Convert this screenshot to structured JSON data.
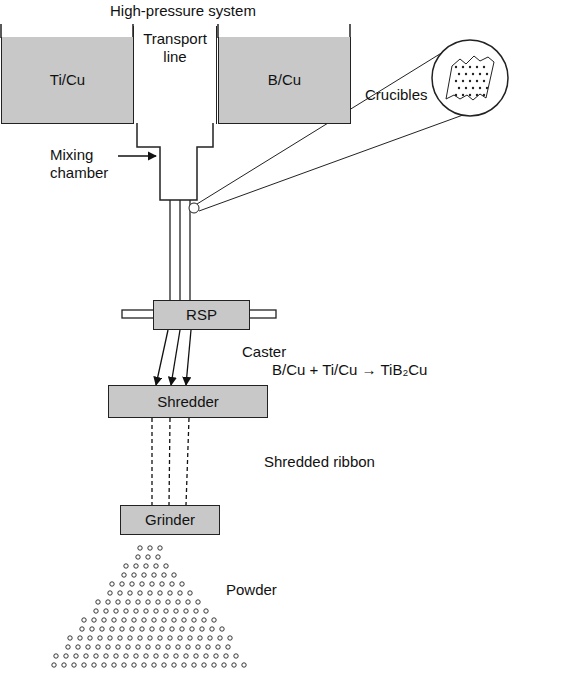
{
  "diagram": {
    "title": "High-pressure system",
    "nodes": [
      {
        "text": [
          "Ti/Cu"
        ]
      },
      {
        "text": [
          "Transport line"
        ]
      },
      {
        "text": [
          "B/Cu"
        ]
      },
      {
        "text": [
          "RSP"
        ]
      },
      {
        "text": [
          "Shredder"
        ]
      },
      {
        "text": [
          "Grinder"
        ]
      }
    ],
    "edges": [
      {
        "from": 3,
        "to": 4,
        "arrow": "to"
      },
      {
        "from": 3,
        "to": 4,
        "arrow": "to"
      },
      {
        "from": 3,
        "to": 4,
        "arrow": "to"
      },
      {
        "from": 4,
        "to": 5,
        "arrow": "none"
      },
      {
        "from": 4,
        "to": 5,
        "arrow": "none"
      },
      {
        "from": 4,
        "to": 5,
        "arrow": "none"
      }
    ],
    "labels": [
      "Crucibles",
      "Mixing chamber",
      "Caster",
      "B/Cu + Ti/Cu → TiB₂Cu",
      "Shredded ribbon",
      "Powder"
    ]
  }
}
